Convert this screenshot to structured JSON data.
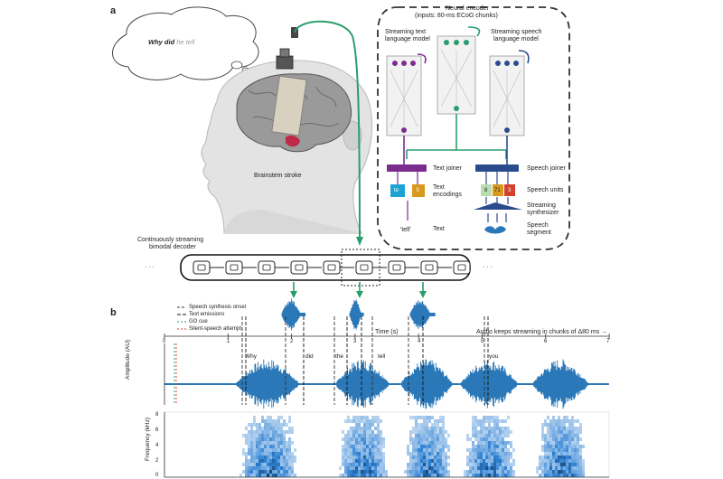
{
  "panel_a": {
    "letter": "a",
    "thought_bubble": {
      "bold_part": "Why did",
      "light_part": "he tell"
    },
    "brainstem_label": "Brainstem stroke",
    "encoder_title_1": "Neural encoder",
    "encoder_title_2": "(inputs: 80-ms ECoG chunks)",
    "text_lm_1": "Streaming text",
    "text_lm_2": "language model",
    "speech_lm_1": "Streaming speech",
    "speech_lm_2": "language model",
    "text_joiner": "Text joiner",
    "speech_joiner": "Speech joiner",
    "text_encodings_1": "Text",
    "text_encodings_2": "encodings",
    "speech_units": "Speech units",
    "synth_1": "Streaming",
    "synth_2": "synthesizer",
    "segment_1": "Speech",
    "segment_2": "segment",
    "text_label": "Text",
    "tell_output": "'tell'",
    "text_chip_1": "te",
    "text_chip_2": "ll",
    "unit_chip_1": "8",
    "unit_chip_2": "71",
    "unit_chip_3": "3",
    "decoder_1": "Continuously streaming",
    "decoder_2": "bimodal decoder",
    "ellipsis": "· · ·"
  },
  "panel_b": {
    "letter": "b",
    "legend": [
      "Speech synthesis onset",
      "Text emissions",
      "GO cue",
      "Silent-speech attempt"
    ],
    "time_label": "Time (s)",
    "stream_note": "Audio keeps streaming in chunks of Δ80 ms →",
    "time_ticks": [
      "0",
      "1",
      "2",
      "3",
      "4",
      "5",
      "6",
      "7"
    ],
    "words": [
      "Why",
      "did",
      "the",
      "tell",
      "you"
    ],
    "amplitude_label": "Amplitude (AU)",
    "frequency_label": "Frequency (kHz)",
    "freq_ticks": [
      "8",
      "6",
      "4",
      "2",
      "0"
    ]
  },
  "colors": {
    "green": "#2a9d6e",
    "purple": "#7b2d8e",
    "navy": "#2b4c8c",
    "waveform": "#2b78b8",
    "cyan": "#1fa3d4",
    "amber": "#d89a1c",
    "red": "#d4402b"
  }
}
